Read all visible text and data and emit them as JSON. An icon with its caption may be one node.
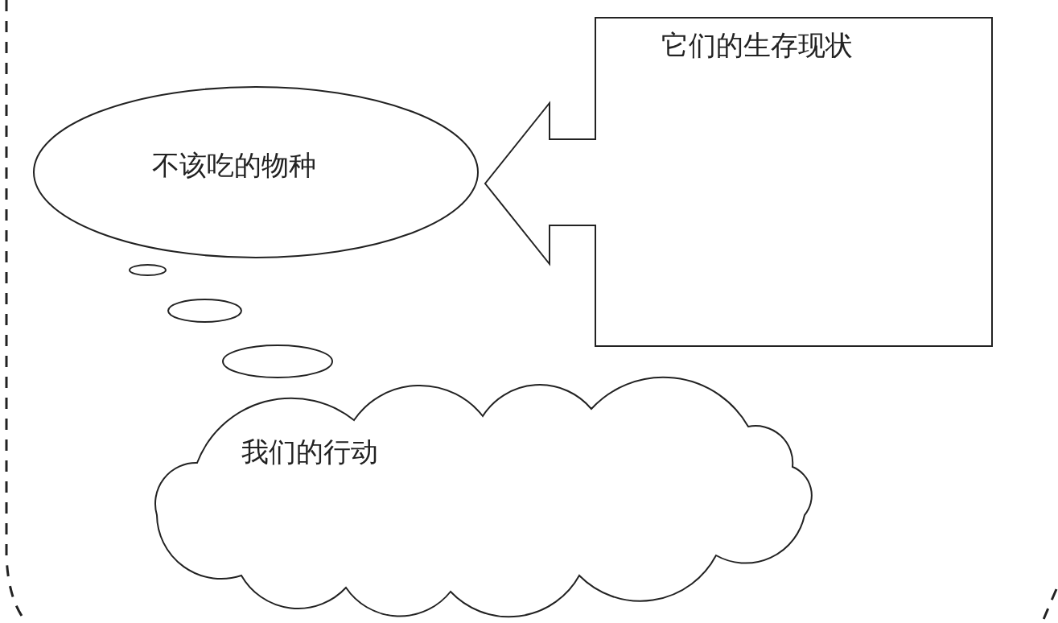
{
  "diagram": {
    "nodes": [
      {
        "text": [
          "不该吃的物种"
        ]
      },
      {
        "text": [],
        "shape": "circle"
      },
      {
        "text": [],
        "shape": "circle"
      },
      {
        "text": [],
        "shape": "circle"
      },
      {
        "text": [
          "我们的行动"
        ]
      },
      {
        "text": [
          "它们的生存现状"
        ]
      }
    ]
  }
}
